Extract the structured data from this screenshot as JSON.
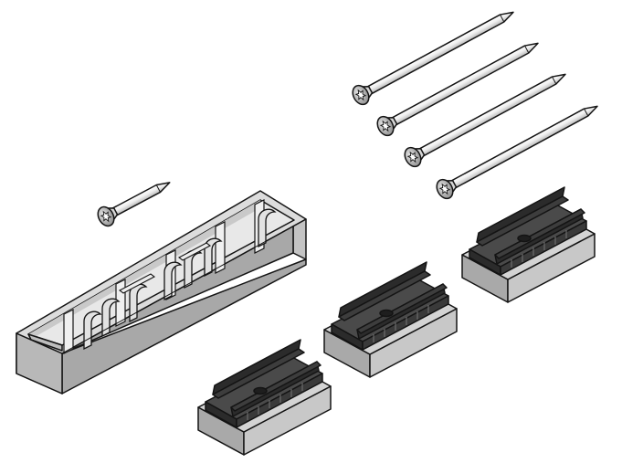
{
  "illustration": {
    "description_items": [
      "long-screws",
      "short-screw",
      "spacer-rail",
      "clip-blocks"
    ]
  },
  "colors": {
    "background": "#ffffff",
    "outline": "#141414",
    "steel_light": "#f3f3f3",
    "steel_mid": "#cfcfcf",
    "steel_dark": "#9a9a9a",
    "rail_top": "#d9d9d9",
    "rail_front": "#a8a8a8",
    "rail_side": "#c4c4c4",
    "rail_inner": "#e6e6e6",
    "block_top": "#d4d4d4",
    "block_front": "#a9a9a9",
    "block_side": "#c8c8c8",
    "clip_dark": "#2b2b2b",
    "clip_mid": "#4a4a4a"
  }
}
